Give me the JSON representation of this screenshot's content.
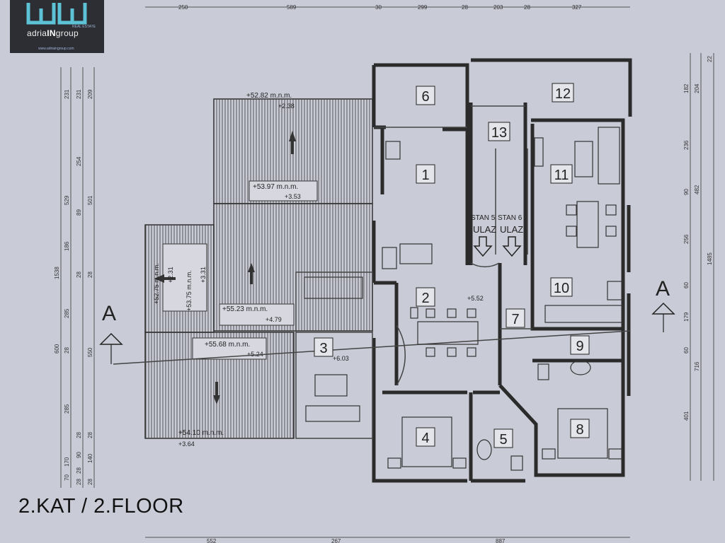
{
  "logo": {
    "brand_prefix": "adria",
    "brand_bold": "IN",
    "brand_suffix": "group",
    "tagline": "REAL ESTATE",
    "url": "www.adriaingroup.com"
  },
  "floor_label": "2.KAT / 2.FLOOR",
  "rooms": [
    "6",
    "12",
    "13",
    "1",
    "11",
    "2",
    "10",
    "3",
    "7",
    "9",
    "4",
    "5",
    "8"
  ],
  "section_marker": "A",
  "entrances": [
    {
      "apt": "STAN 5",
      "label": "ULAZ"
    },
    {
      "apt": "STAN 6",
      "label": "ULAZ"
    }
  ],
  "elevations": {
    "e1": "+52.82 m.n.m.",
    "e1b": "+2.38",
    "e2": "+53.97 m.n.m.",
    "e2b": "+3.53",
    "e3": "+52.75 m.n.m.",
    "e3b": "+2.31",
    "e4": "+53.75 m.n.m.",
    "e4b": "+3.31",
    "e5": "+55.23 m.n.m.",
    "e5b": "+4.79",
    "e6": "+55.68 m.n.m.",
    "e6b": "+5.24",
    "e7": "+54.10 m.n.m.",
    "e7b": "+3.64",
    "e8": "+5.52",
    "e9": "+6.03"
  },
  "dims_top": [
    "250",
    "589",
    "30",
    "299",
    "28",
    "203",
    "28",
    "327"
  ],
  "dims_bottom": [
    "552",
    "267",
    "887"
  ],
  "dims_left_a": [
    "1538",
    "600"
  ],
  "dims_left_b": [
    "231",
    "529",
    "186",
    "285",
    "28",
    "285",
    "170",
    "70"
  ],
  "dims_left_c": [
    "231",
    "254",
    "89",
    "28",
    "28",
    "90",
    "28",
    "28"
  ],
  "dims_left_d": [
    "209",
    "501",
    "28",
    "550",
    "28",
    "140",
    "28"
  ],
  "dims_right_a": [
    "182",
    "236",
    "90",
    "256",
    "60",
    "179",
    "60",
    "401"
  ],
  "dims_right_b": [
    "204",
    "482",
    "716"
  ],
  "dims_right_c": [
    "22",
    "1485"
  ]
}
